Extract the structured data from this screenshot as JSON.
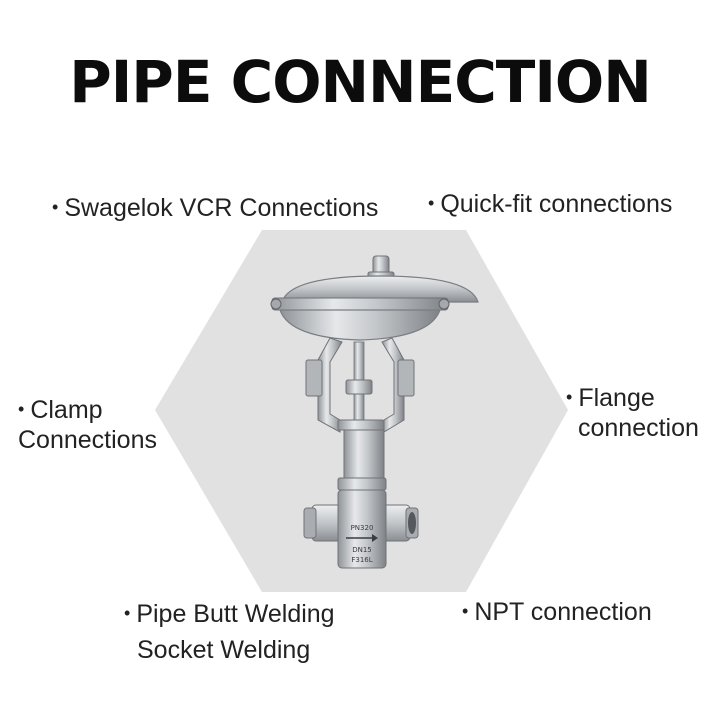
{
  "title": "PIPE CONNECTION",
  "colors": {
    "hexagon": "#e1e1e1",
    "text": "#222222",
    "steel": "#b9bcc0"
  },
  "bullet": "•",
  "labels": {
    "swagelok": "Swagelok VCR Connections",
    "quickfit": "Quick-fit connections",
    "clamp": [
      "Clamp",
      "Connections"
    ],
    "flange": [
      "Flange",
      "connection"
    ],
    "butt": [
      "Pipe Butt Welding",
      "Socket Welding"
    ],
    "npt": "NPT connection"
  },
  "valve_markings": [
    "PN320",
    "DN15",
    "F316L"
  ],
  "image_alt": "stainless steel pneumatic diaphragm control valve"
}
